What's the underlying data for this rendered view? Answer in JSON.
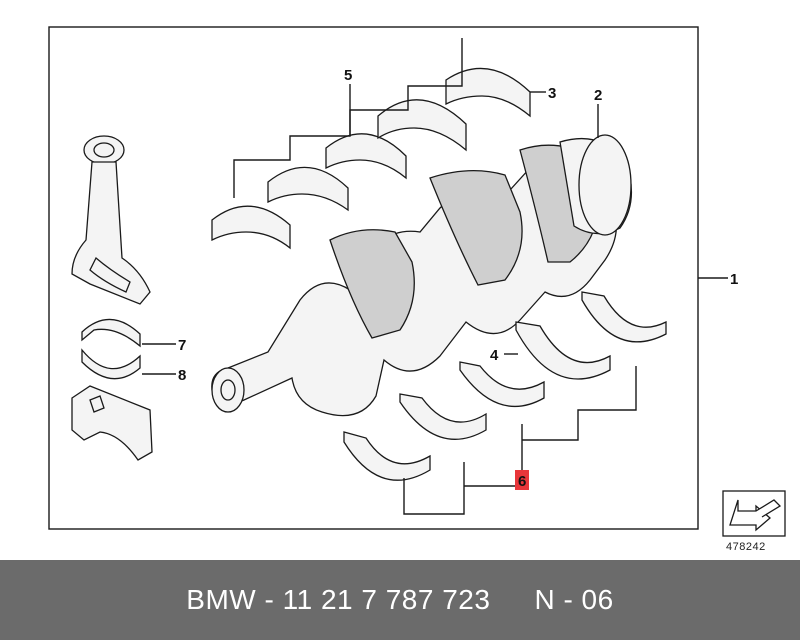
{
  "diagram": {
    "callouts": {
      "c1": "1",
      "c2": "2",
      "c3": "3",
      "c4": "4",
      "c5": "5",
      "c6": "6",
      "c7": "7",
      "c8": "8"
    },
    "highlight_color": "#e8363a",
    "icon": "direction-arrow-icon",
    "reference_number": "478242"
  },
  "footer": {
    "part_number": "BMW - 11 21 7 787 723",
    "diagram_code": "N - 06",
    "background_color": "#6b6b6b"
  }
}
